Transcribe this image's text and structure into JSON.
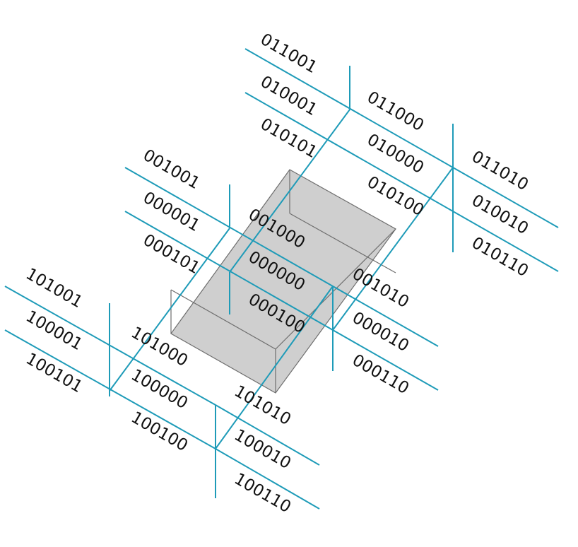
{
  "colors": {
    "grid": "#1e9bb8",
    "prism_fill": "#cfcfcf",
    "prism_edge": "#6e6e6e",
    "text": "#111111"
  },
  "layers": [
    {
      "id": "top",
      "labels": [
        "011001",
        "011000",
        "011010",
        "010001",
        "010000",
        "010010",
        "010101",
        "010100",
        "010110"
      ]
    },
    {
      "id": "middle",
      "labels": [
        "001001",
        "001000",
        "001010",
        "000001",
        "000000",
        "000010",
        "000101",
        "000100",
        "000110"
      ]
    },
    {
      "id": "bottom",
      "labels": [
        "101001",
        "101000",
        "101010",
        "100001",
        "100000",
        "100010",
        "100101",
        "100100",
        "100110"
      ]
    }
  ]
}
